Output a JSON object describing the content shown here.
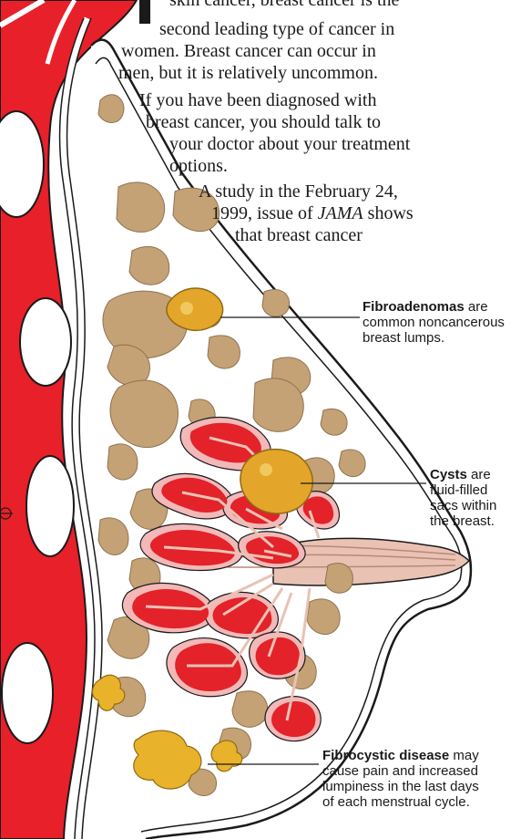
{
  "text_lines": [
    "skin cancer, breast cancer is the",
    "second leading type of cancer in",
    "women.  Breast cancer can occur in",
    "men, but it is relatively uncommon.",
    "If you have been diagnosed with",
    "breast cancer, you should talk to",
    "your doctor about your treatment",
    "options.",
    "A study in the February 24,",
    "1999, issue of ",
    "JAMA",
    " shows",
    "that breast cancer"
  ],
  "callouts": {
    "fibroadenomas": {
      "term": "Fibroadenomas",
      "rest1": " are",
      "line2": "common noncancerous",
      "line3": "breast lumps."
    },
    "cysts": {
      "term": "Cysts",
      "rest1": " are",
      "line2": "fluid-filled",
      "line3": "sacs within",
      "line4": "the breast."
    },
    "fibrocystic": {
      "term": "Fibrocystic disease",
      "rest1": " may",
      "line2": "cause pain and increased",
      "line3": "lumpiness in the last days",
      "line4": "of each menstrual cycle."
    }
  },
  "colors": {
    "muscle_red": "#e8202a",
    "lobule_red": "#e32229",
    "lobule_pink": "#f3b8b8",
    "fat_tan": "#c4a276",
    "fibroadenoma_gold": "#e3a62a",
    "fibrocystic_gold": "#e9b22b",
    "duct_pink": "#e9c2b4",
    "outline": "#1a1a1a"
  }
}
